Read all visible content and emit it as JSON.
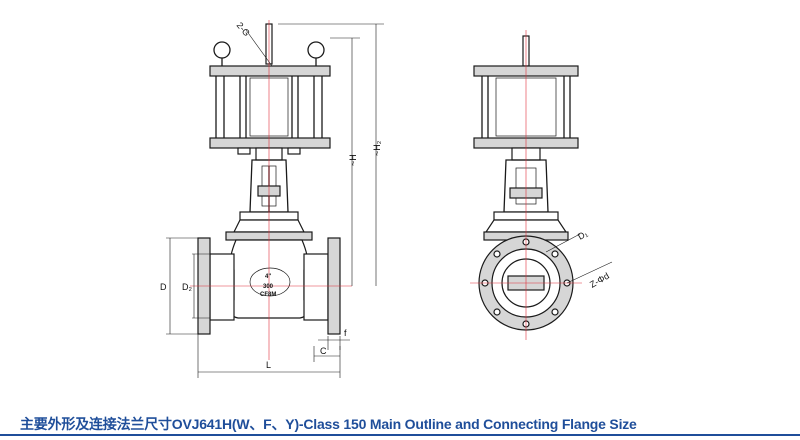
{
  "caption": "主要外形及连接法兰尺寸OVJ641H(W、F、Y)-Class 150 Main Outline and Connecting Flange Size",
  "labels": {
    "g": "2-G",
    "h": "~H",
    "h2": "~H₂",
    "d": "D",
    "d2": "D₂",
    "f": "f",
    "c": "C",
    "l": "L",
    "d1": "D₁",
    "zd": "Z-Φd"
  },
  "body_marks": {
    "size": "4\"",
    "rating": "300",
    "material": "CF8M"
  },
  "colors": {
    "caption": "#1f4e9a",
    "centerline": "#e0303a"
  }
}
